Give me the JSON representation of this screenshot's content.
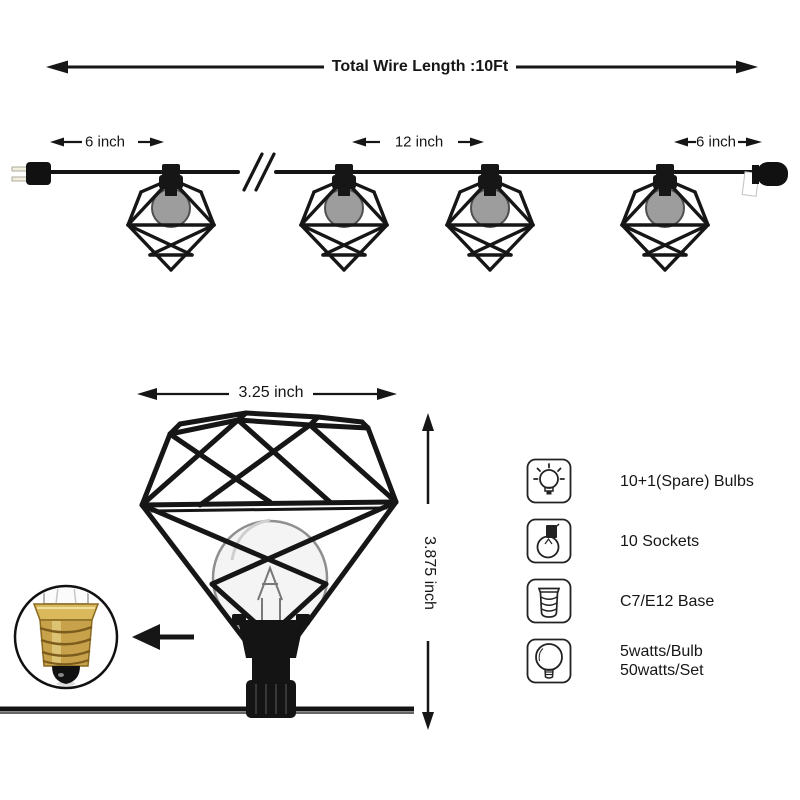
{
  "diagram": {
    "total_wire_label": "Total Wire Length :10Ft",
    "segment_labels": {
      "left": "6 inch",
      "middle": "12 inch",
      "right": "6 inch"
    },
    "cage_width_label": "3.25 inch",
    "cage_height_label": "3.875 inch"
  },
  "specs": [
    {
      "icon": "shining-bulb-icon",
      "label": "10+1(Spare) Bulbs"
    },
    {
      "icon": "bulb-socket-icon",
      "label": "10 Sockets"
    },
    {
      "icon": "e12-base-icon",
      "label": "C7/E12 Base"
    },
    {
      "icon": "globe-bulb-icon",
      "label": "5watts/Bulb",
      "label_line2": "50watts/Set"
    }
  ],
  "colors": {
    "line": "#161616",
    "string_bulb_gray": "#9d9d9d",
    "brass_base": "#c7a24b",
    "background": "#ffffff"
  }
}
